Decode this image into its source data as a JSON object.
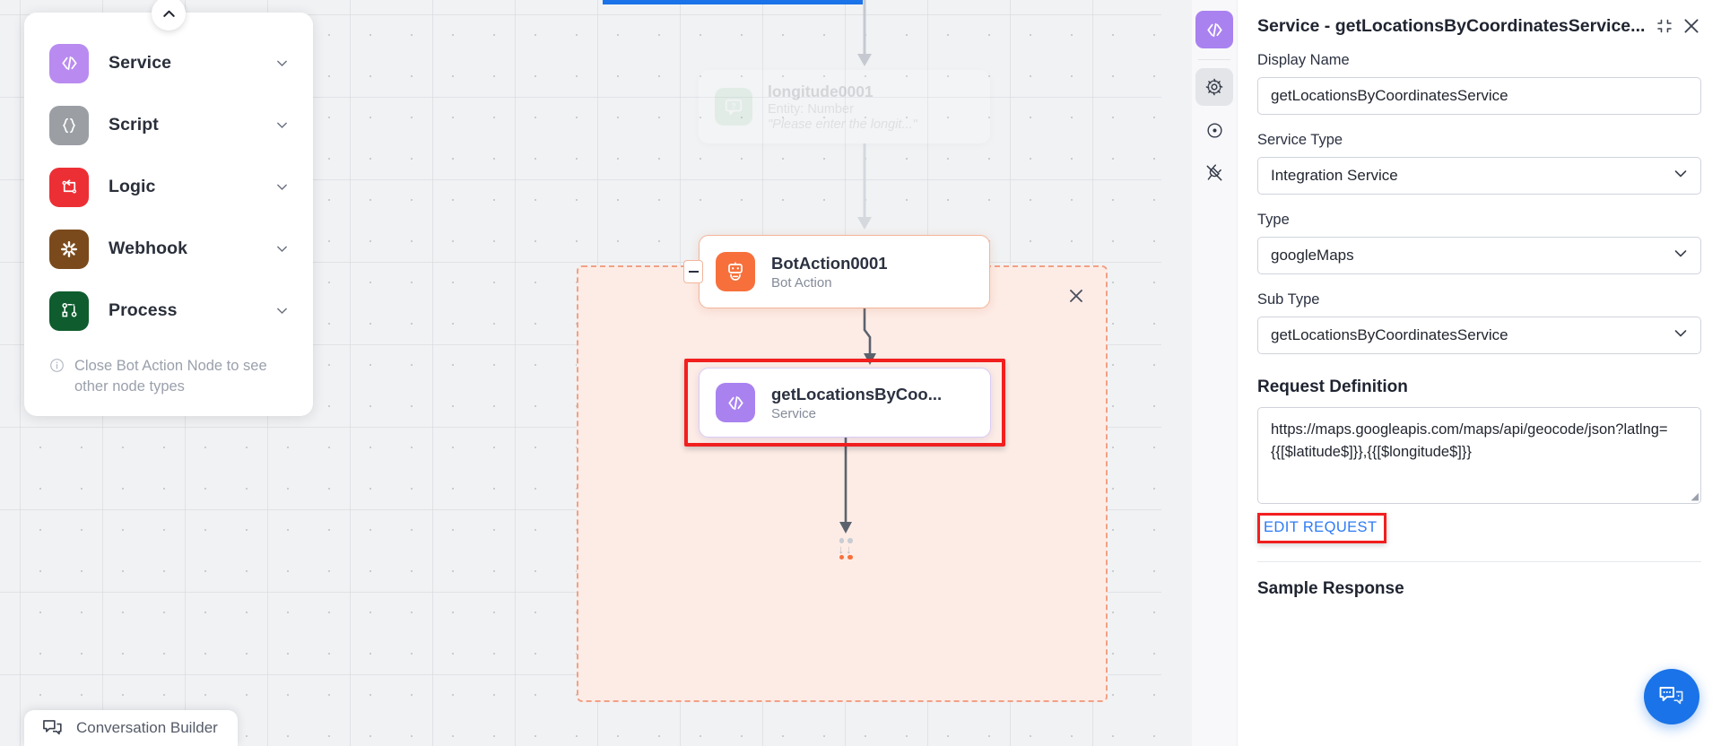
{
  "palette": {
    "collapse_handle_icon": "chevron-up-icon",
    "items": [
      {
        "label": "Service",
        "icon": "code-brackets-icon",
        "color": "#b98bf0"
      },
      {
        "label": "Script",
        "icon": "curly-braces-icon",
        "color": "#9b9ea3"
      },
      {
        "label": "Logic",
        "icon": "loop-arrows-icon",
        "color": "#ec2f35"
      },
      {
        "label": "Webhook",
        "icon": "asterisk-burst-icon",
        "color": "#7a4a1d"
      },
      {
        "label": "Process",
        "icon": "node-graph-icon",
        "color": "#0f5c2e"
      }
    ],
    "note": "Close Bot Action Node to see other node types",
    "note_icon": "info-icon"
  },
  "canvas": {
    "ghost_node": {
      "title": "longitude0001",
      "subtitle": "Entity: Number",
      "prompt": "\"Please enter the longit...\"",
      "icon": "entity-question-bubble-icon"
    },
    "bot_action_node": {
      "title": "BotAction0001",
      "subtitle": "Bot Action",
      "icon": "robot-icon",
      "collapse_icon": "minus-icon"
    },
    "service_node": {
      "title": "getLocationsByCoo...",
      "subtitle": "Service",
      "icon": "code-brackets-icon",
      "highlight_color": "#f21f1f"
    },
    "group_close_icon": "close-icon",
    "drop_target_icon": "drop-target-indicator"
  },
  "conversation_builder": {
    "label": "Conversation Builder",
    "icon": "chat-bubbles-icon"
  },
  "rail": {
    "items": [
      {
        "icon": "code-brackets-icon",
        "name": "service",
        "active": true
      },
      {
        "icon": "gear-icon",
        "name": "settings",
        "active": true
      },
      {
        "icon": "target-circle-icon",
        "name": "trigger",
        "active": false
      },
      {
        "icon": "plug-off-icon",
        "name": "connection",
        "active": false
      }
    ]
  },
  "panel": {
    "title": "Service - getLocationsByCoordinatesService...",
    "collapse_icon": "collapse-corners-icon",
    "close_icon": "close-icon",
    "fields": {
      "display_name": {
        "label": "Display Name",
        "value": "getLocationsByCoordinatesService",
        "placeholder": "Display Name"
      },
      "service_type": {
        "label": "Service Type",
        "value": "Integration Service",
        "chevron": "chevron-down-icon"
      },
      "type": {
        "label": "Type",
        "value": "googleMaps",
        "chevron": "chevron-down-icon"
      },
      "sub_type": {
        "label": "Sub Type",
        "value": "getLocationsByCoordinatesService",
        "chevron": "chevron-down-icon"
      }
    },
    "request_definition": {
      "title": "Request Definition",
      "value": "https://maps.googleapis.com/maps/api/geocode/json?latlng={{[$latitude$]}},{{[$longitude$]}}",
      "edit_label": "EDIT REQUEST",
      "edit_color": "#2d7bf4",
      "highlight_color": "#f21f1f"
    },
    "sample_response": {
      "title": "Sample Response"
    }
  },
  "chat_fab": {
    "icon": "chat-bubbles-icon",
    "color": "#1a73e8"
  }
}
